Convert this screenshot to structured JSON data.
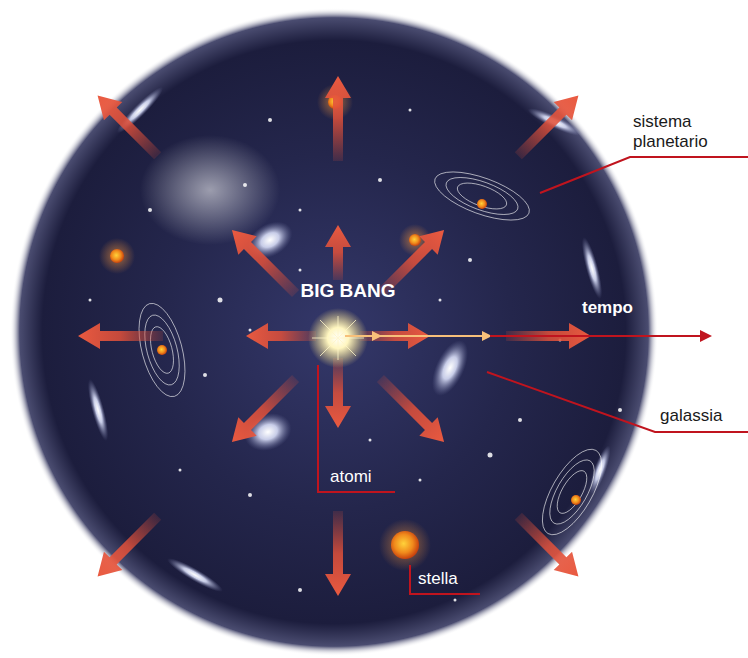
{
  "diagram": {
    "labels": [
      "BIG BANG",
      "tempo",
      "sistema planetario",
      "galassia",
      "atomi",
      "stella"
    ]
  }
}
